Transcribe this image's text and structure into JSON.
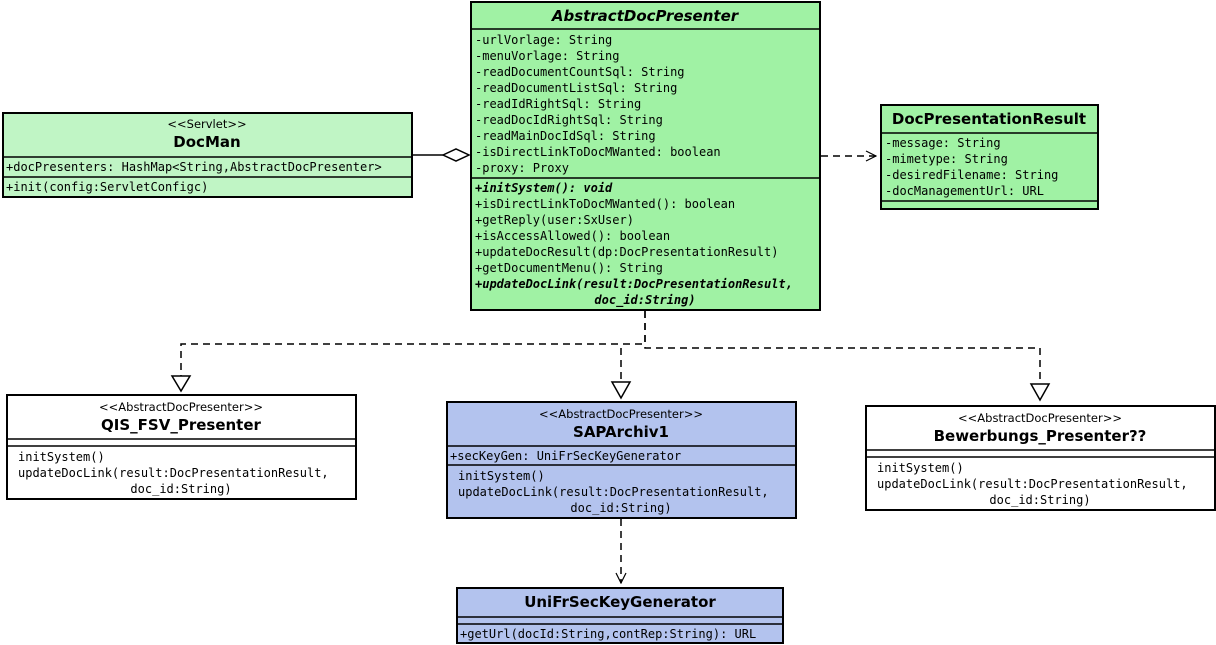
{
  "colors": {
    "green_dark": "#a0f2a4",
    "green_light": "#c0f5c5",
    "blue": "#b3c3ee",
    "white": "#ffffff",
    "stroke": "#000000"
  },
  "classes": {
    "docman": {
      "stereotype": "<<Servlet>>",
      "name": "DocMan",
      "attributes": [
        "+docPresenters: HashMap<String,AbstractDocPresenter>"
      ],
      "operations": [
        "+init(config:ServletConfigc)"
      ]
    },
    "abstract_doc_presenter": {
      "name": "AbstractDocPresenter",
      "attributes": [
        "-urlVorlage: String",
        "-menuVorlage: String",
        "-readDocumentCountSql: String",
        "-readDocumentListSql: String",
        "-readIdRightSql: String",
        "-readDocIdRightSql: String",
        "-readMainDocIdSql: String",
        "-isDirectLinkToDocMWanted: boolean",
        "-proxy: Proxy"
      ],
      "operations": [
        "+initSystem(): void",
        "+isDirectLinkToDocMWanted(): boolean",
        "+getReply(user:SxUser)",
        "+isAccessAllowed(): boolean",
        "+updateDocResult(dp:DocPresentationResult)",
        "+getDocumentMenu(): String",
        "+updateDocLink(result:DocPresentationResult,",
        "doc_id:String)"
      ]
    },
    "doc_presentation_result": {
      "name": "DocPresentationResult",
      "attributes": [
        "-message: String",
        "-mimetype: String",
        "-desiredFilename: String",
        "-docManagementUrl: URL"
      ]
    },
    "qis_fsv_presenter": {
      "stereotype": "<<AbstractDocPresenter>>",
      "name": "QIS_FSV_Presenter",
      "operations": [
        "initSystem()",
        "updateDocLink(result:DocPresentationResult,",
        "doc_id:String)"
      ]
    },
    "saparchiv1": {
      "stereotype": "<<AbstractDocPresenter>>",
      "name": "SAPArchiv1",
      "attributes": [
        "+secKeyGen: UniFrSecKeyGenerator"
      ],
      "operations": [
        "initSystem()",
        "updateDocLink(result:DocPresentationResult,",
        "doc_id:String)"
      ]
    },
    "bewerbungs_presenter": {
      "stereotype": "<<AbstractDocPresenter>>",
      "name": "Bewerbungs_Presenter??",
      "operations": [
        "initSystem()",
        "updateDocLink(result:DocPresentationResult,",
        "doc_id:String)"
      ]
    },
    "unifr_sec_key_generator": {
      "name": "UniFrSecKeyGenerator",
      "operations": [
        "+getUrl(docId:String,contRep:String): URL"
      ]
    }
  }
}
